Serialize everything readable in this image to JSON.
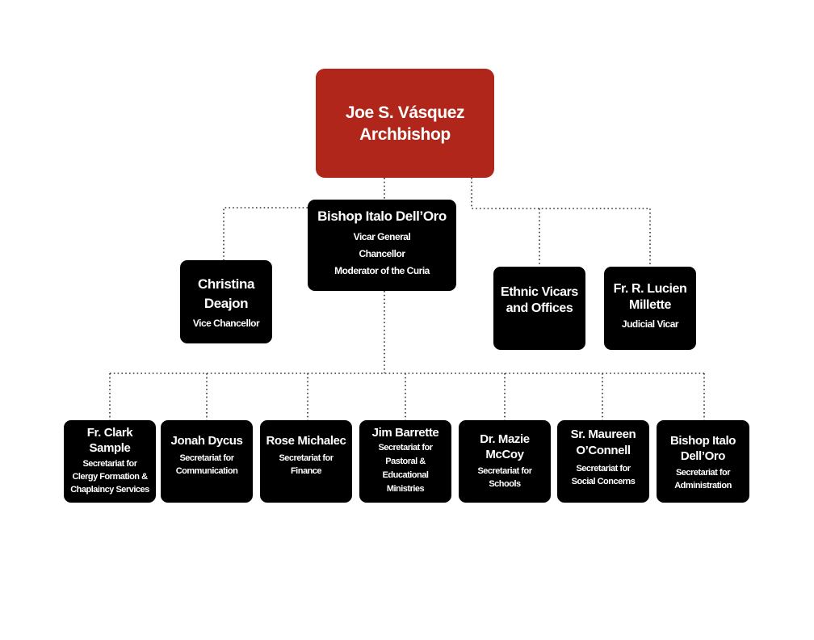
{
  "archbishop": {
    "name": "Joe S. Vásquez",
    "title": "Archbishop"
  },
  "vicar_general": {
    "name": "Bishop Italo Dell’Oro",
    "roles": [
      "Vicar General",
      "Chancellor",
      "Moderator of the Curia"
    ]
  },
  "vice_chancellor": {
    "name_lines": [
      "Christina",
      "Deajon"
    ],
    "role": "Vice Chancellor"
  },
  "ethnic_vicars": {
    "name_lines": [
      "Ethnic Vicars",
      "and Offices"
    ]
  },
  "judicial_vicar": {
    "name_lines": [
      "Fr. R. Lucien",
      "Millette"
    ],
    "role": "Judicial Vicar"
  },
  "secretariats": [
    {
      "name_lines": [
        "Fr. Clark",
        "Sample"
      ],
      "role_lines": [
        "Secretariat for",
        "Clergy Formation &",
        "Chaplaincy Services"
      ]
    },
    {
      "name_lines": [
        "Jonah Dycus"
      ],
      "role_lines": [
        "Secretariat for",
        "Communication"
      ]
    },
    {
      "name_lines": [
        "Rose Michalec"
      ],
      "role_lines": [
        "Secretariat for",
        "Finance"
      ]
    },
    {
      "name_lines": [
        "Jim Barrette"
      ],
      "role_lines": [
        "Secretariat for",
        "Pastoral &",
        "Educational",
        "Ministries"
      ]
    },
    {
      "name_lines": [
        "Dr. Mazie",
        "McCoy"
      ],
      "role_lines": [
        "Secretariat for",
        "Schools"
      ]
    },
    {
      "name_lines": [
        "Sr. Maureen",
        "O’Connell"
      ],
      "role_lines": [
        "Secretariat for",
        "Social Concerns"
      ]
    },
    {
      "name_lines": [
        "Bishop Italo",
        "Dell’Oro"
      ],
      "role_lines": [
        "Secretariat for",
        "Administration"
      ]
    }
  ],
  "colors": {
    "top_box": "#b0261a",
    "box": "#000000",
    "text": "#ffffff",
    "connector": "#333333"
  }
}
